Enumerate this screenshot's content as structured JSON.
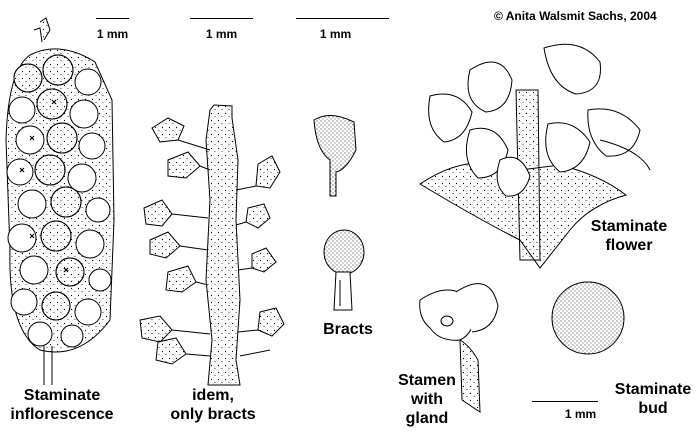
{
  "credit": "© Anita Walsmit Sachs, 2004",
  "scale_bars": [
    {
      "label": "1 mm"
    },
    {
      "label": "1 mm"
    },
    {
      "label": "1 mm"
    },
    {
      "label": "1 mm"
    }
  ],
  "labels": {
    "inflorescence_line1": "Staminate",
    "inflorescence_line2": "inflorescence",
    "idem_line1": "idem,",
    "idem_line2": "only bracts",
    "bracts": "Bracts",
    "flower_line1": "Staminate",
    "flower_line2": "flower",
    "stamen_line1": "Stamen",
    "stamen_line2": "with",
    "stamen_line3": "gland",
    "bud_line1": "Staminate",
    "bud_line2": "bud"
  }
}
